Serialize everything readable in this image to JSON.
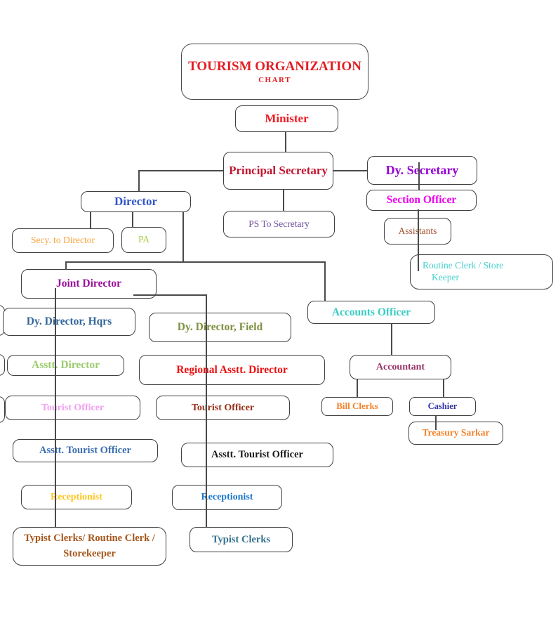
{
  "title": {
    "line1": "TOURISM ORGANIZATION",
    "line2": "CHART",
    "color": "#E31E24"
  },
  "nodes": {
    "minister": {
      "label": "Minister",
      "color": "#ED1C24"
    },
    "principal_secretary": {
      "label": "Principal Secretary",
      "color": "#C0142F"
    },
    "dy_secretary": {
      "label": "Dy. Secretary",
      "color": "#9400D3"
    },
    "director": {
      "label": "Director",
      "color": "#3355CC"
    },
    "ps_to_secretary": {
      "label": "PS To Secretary",
      "color": "#7050A0"
    },
    "section_officer": {
      "label": "Section Officer",
      "color": "#EE00EE"
    },
    "secy_to_director": {
      "label": "Secy. to Director",
      "color": "#F9A13A"
    },
    "pa": {
      "label": "PA",
      "color": "#A5CE45"
    },
    "assistants": {
      "label": "Assistants",
      "color": "#A0522D"
    },
    "routine_clerk": {
      "label": "Routine Clerk / Store",
      "label2": "Keeper",
      "color": "#48D1CC"
    },
    "joint_director": {
      "label": "Joint Director",
      "color": "#9B109B"
    },
    "dy_director_hqrs": {
      "label": "Dy. Director, Hqrs",
      "color": "#33669A"
    },
    "dy_director_field": {
      "label": "Dy. Director, Field",
      "color": "#7D9140"
    },
    "accounts_officer": {
      "label": "Accounts Officer",
      "color": "#3BCCC4"
    },
    "asstt_director": {
      "label": "Asstt. Director",
      "color": "#9CCB6E"
    },
    "regional_asstt_director": {
      "label": "Regional Asstt. Director",
      "color": "#EE1111"
    },
    "accountant": {
      "label": "Accountant",
      "color": "#993366"
    },
    "tourist_officer_left": {
      "label": "Tourist Officer",
      "color": "#F0A0F0"
    },
    "tourist_officer_mid": {
      "label": "Tourist Officer",
      "color": "#963018"
    },
    "bill_clerks": {
      "label": "Bill Clerks",
      "color": "#F5822A"
    },
    "cashier": {
      "label": "Cashier",
      "color": "#3333A0"
    },
    "treasury_sarkar": {
      "label": "Treasury Sarkar",
      "color": "#F5822A"
    },
    "asstt_tourist_officer_left": {
      "label": "Asstt. Tourist Officer",
      "color": "#3A6DB0"
    },
    "asstt_tourist_officer_right": {
      "label": "Asstt. Tourist Officer",
      "color": "#1A1A1A"
    },
    "receptionist_left": {
      "label": "Receptionist",
      "color": "#FFC61E"
    },
    "receptionist_right": {
      "label": "Receptionist",
      "color": "#1B76CC"
    },
    "typist_clerks_left": {
      "label": "Typist Clerks/ Routine Clerk / Storekeeper",
      "color": "#A5571D"
    },
    "typist_clerks_right": {
      "label": "Typist Clerks",
      "color": "#33708F"
    }
  },
  "palette": {
    "connector_line": "#4a4a4a",
    "box_border": "#3f3f3f",
    "background": "#ffffff"
  }
}
